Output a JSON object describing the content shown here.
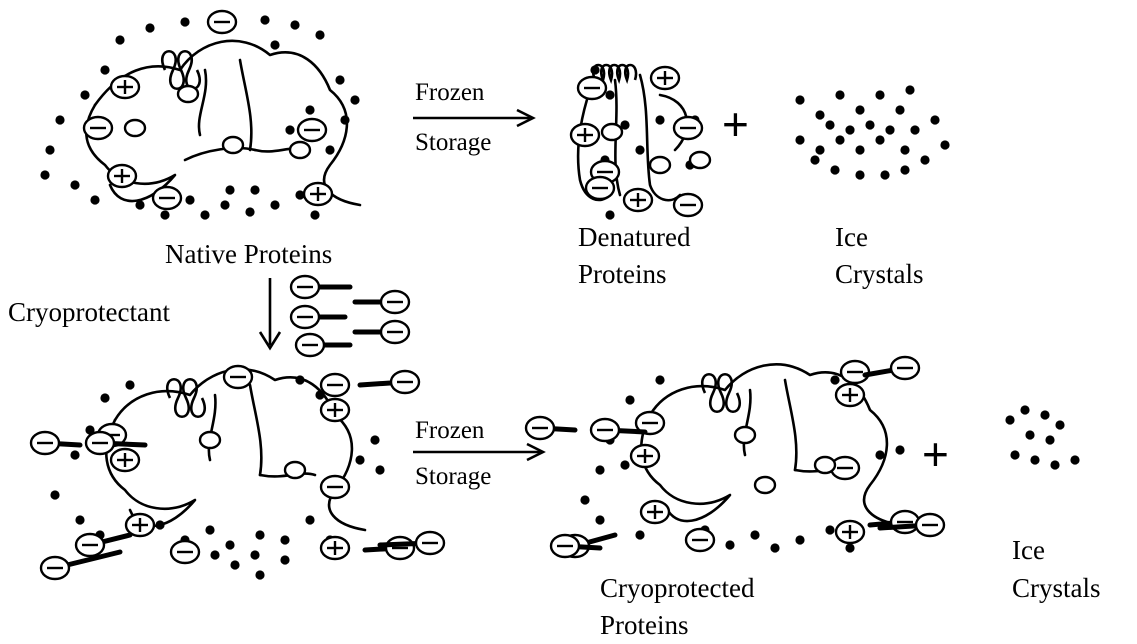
{
  "labels": {
    "native": "Native Proteins",
    "denatured_1": "Denatured",
    "denatured_2": "Proteins",
    "ice_top_1": "Ice",
    "ice_top_2": "Crystals",
    "cryoprotectant": "Cryoprotectant",
    "cryoprotected_1": "Cryoprotected",
    "cryoprotected_2": "Proteins",
    "ice_bottom_1": "Ice",
    "ice_bottom_2": "Crystals"
  },
  "arrows": {
    "top_line1": "Frozen",
    "top_line2": "Storage",
    "bottom_line1": "Frozen",
    "bottom_line2": "Storage"
  },
  "operators": {
    "plus_top": "+",
    "plus_bottom": "+"
  }
}
